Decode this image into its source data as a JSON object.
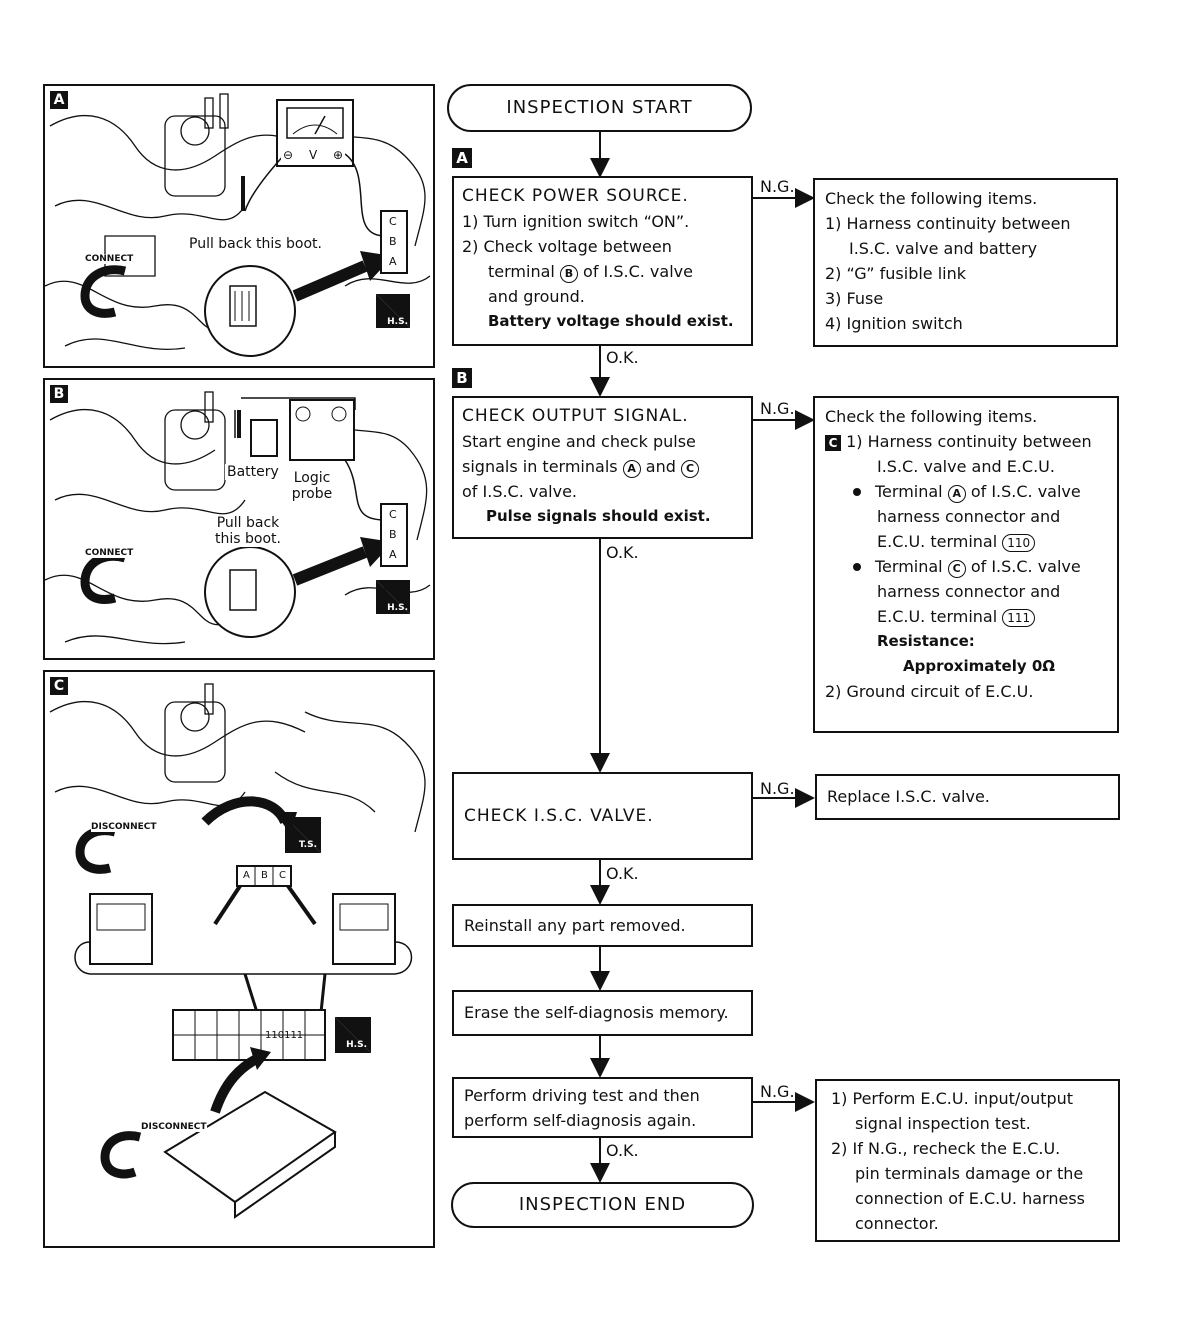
{
  "panels": {
    "a": {
      "tag": "A",
      "pull_back": "Pull back this boot.",
      "connect": "CONNECT",
      "meter_minus": "⊖",
      "meter_v": "V",
      "meter_plus": "⊕",
      "connector_pins": [
        "C",
        "B",
        "A"
      ],
      "badge": "H.S."
    },
    "b": {
      "tag": "B",
      "battery": "Battery",
      "logic_probe": "Logic probe",
      "pull_back": "Pull back this boot.",
      "connect": "CONNECT",
      "connector_pins": [
        "C",
        "B",
        "A"
      ],
      "badge": "H.S."
    },
    "c": {
      "tag": "C",
      "disconnect_top": "DISCONNECT",
      "disconnect_bottom": "DISCONNECT",
      "connector_pins": [
        "A",
        "B",
        "C"
      ],
      "terminals": "110111",
      "badge_top": "T.S.",
      "badge_bottom": "H.S."
    }
  },
  "flow": {
    "start": "INSPECTION START",
    "end": "INSPECTION END",
    "tag_a": "A",
    "tag_b": "B",
    "ok": "O.K.",
    "ng": "N.G.",
    "power": {
      "title": "CHECK POWER SOURCE.",
      "l1": "1) Turn ignition switch “ON”.",
      "l2": "2) Check voltage between",
      "l3a": "terminal",
      "l3b": "B",
      "l3c": "of I.S.C. valve",
      "l4": "and ground.",
      "l5": "Battery voltage should exist."
    },
    "power_ng": {
      "l1": "Check the following items.",
      "l2": "1) Harness continuity between",
      "l3": "I.S.C. valve and battery",
      "l4": "2) “G” fusible link",
      "l5": "3) Fuse",
      "l6": "4) Ignition switch"
    },
    "signal": {
      "title": "CHECK OUTPUT SIGNAL.",
      "l1": "Start engine and check pulse",
      "l2a": "signals in terminals",
      "l2b": "A",
      "l2c": "and",
      "l2d": "C",
      "l3": "of I.S.C. valve.",
      "l4": "Pulse signals should exist."
    },
    "signal_ng": {
      "l1": "Check the following items.",
      "tag": "C",
      "l2": "1) Harness continuity between",
      "l3": "I.S.C. valve and E.C.U.",
      "l4a": "Terminal",
      "l4b": "A",
      "l4c": "of I.S.C. valve",
      "l5": "harness connector and",
      "l6a": "E.C.U. terminal",
      "l6b": "110",
      "l7a": "Terminal",
      "l7b": "C",
      "l7c": "of I.S.C. valve",
      "l8": "harness connector and",
      "l9a": "E.C.U. terminal",
      "l9b": "111",
      "l10": "Resistance:",
      "l11": "Approximately 0Ω",
      "l12": "2) Ground circuit of E.C.U."
    },
    "valve": "CHECK I.S.C. VALVE.",
    "valve_ng": "Replace I.S.C. valve.",
    "reinstall": "Reinstall any part removed.",
    "erase": "Erase the self-diagnosis memory.",
    "driving": {
      "l1": "Perform driving test and then",
      "l2": "perform self-diagnosis again."
    },
    "driving_ng": {
      "l1": "1) Perform E.C.U. input/output",
      "l2": "signal inspection test.",
      "l3": "2) If N.G., recheck the E.C.U.",
      "l4": "pin terminals damage or the",
      "l5": "connection of E.C.U. harness",
      "l6": "connector."
    }
  }
}
